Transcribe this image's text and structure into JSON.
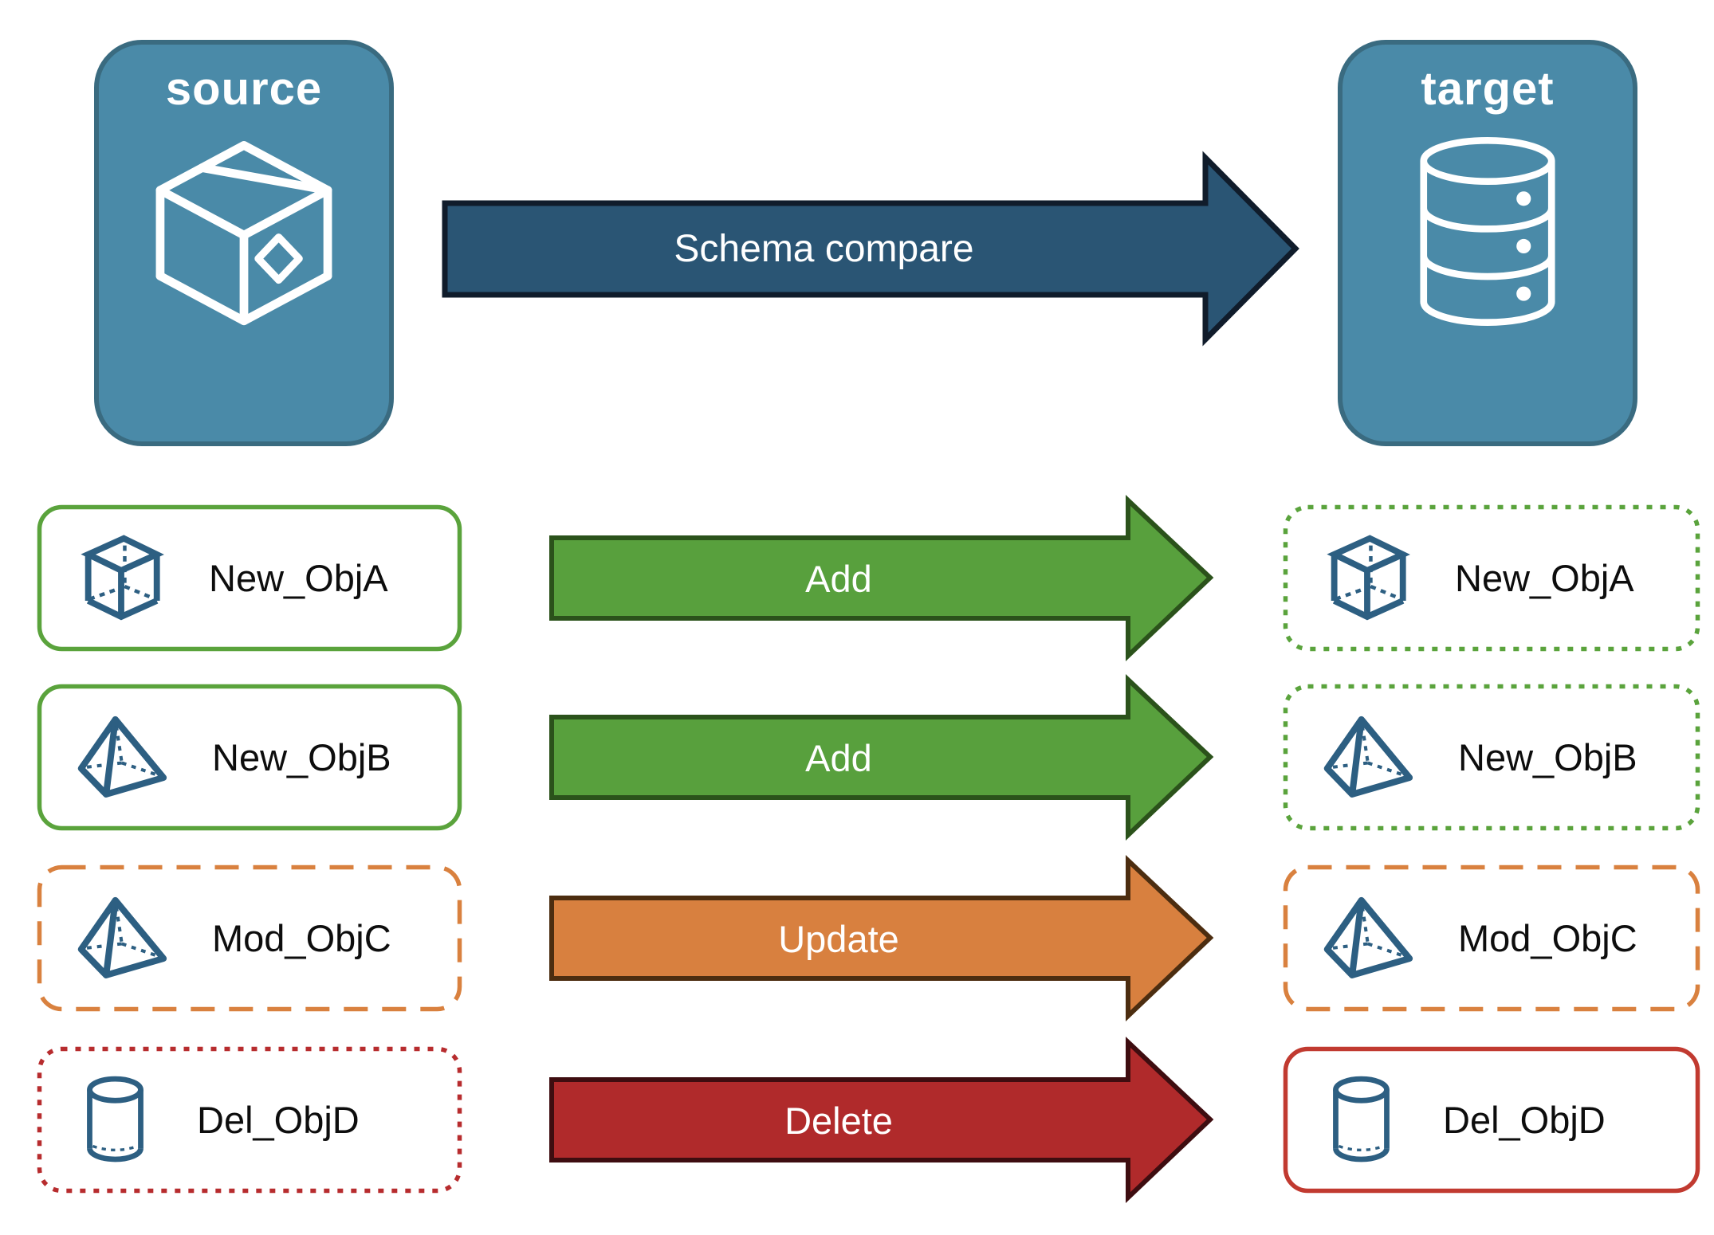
{
  "diagram": {
    "source": {
      "title": "source",
      "icon": "package-box-icon"
    },
    "target": {
      "title": "target",
      "icon": "database-icon"
    },
    "compare_arrow": {
      "label": "Schema compare",
      "fill": "#2A5574",
      "stroke": "#101C2B"
    },
    "rows": [
      {
        "object": "New_ObjA",
        "icon": "cube-icon",
        "action": "Add",
        "arrow": {
          "fill": "#58A03D",
          "stroke": "#2B521B"
        },
        "source_box": {
          "border_style": "solid",
          "border_color": "#5AA33C"
        },
        "target_box": {
          "border_style": "dotted",
          "border_color": "#5AA33C"
        }
      },
      {
        "object": "New_ObjB",
        "icon": "pyramid-icon",
        "action": "Add",
        "arrow": {
          "fill": "#58A03D",
          "stroke": "#2B521B"
        },
        "source_box": {
          "border_style": "solid",
          "border_color": "#5AA33C"
        },
        "target_box": {
          "border_style": "dotted",
          "border_color": "#5AA33C"
        }
      },
      {
        "object": "Mod_ObjC",
        "icon": "pyramid-icon",
        "action": "Update",
        "arrow": {
          "fill": "#D8803F",
          "stroke": "#4C2D10"
        },
        "source_box": {
          "border_style": "dashed",
          "border_color": "#D9813F"
        },
        "target_box": {
          "border_style": "dashed",
          "border_color": "#D9813F"
        }
      },
      {
        "object": "Del_ObjD",
        "icon": "cylinder-icon",
        "action": "Delete",
        "arrow": {
          "fill": "#B02A2B",
          "stroke": "#3E0D10"
        },
        "source_box": {
          "border_style": "dotted",
          "border_color": "#B72C2E"
        },
        "target_box": {
          "border_style": "solid",
          "border_color": "#C13A30"
        }
      }
    ],
    "colors": {
      "node_fill": "#4A8AA8",
      "node_border": "#3A6B80",
      "icon_blue": "#2D5F82",
      "arrow_text": "#FFFFFF",
      "label_text": "#0D0D0D"
    }
  }
}
